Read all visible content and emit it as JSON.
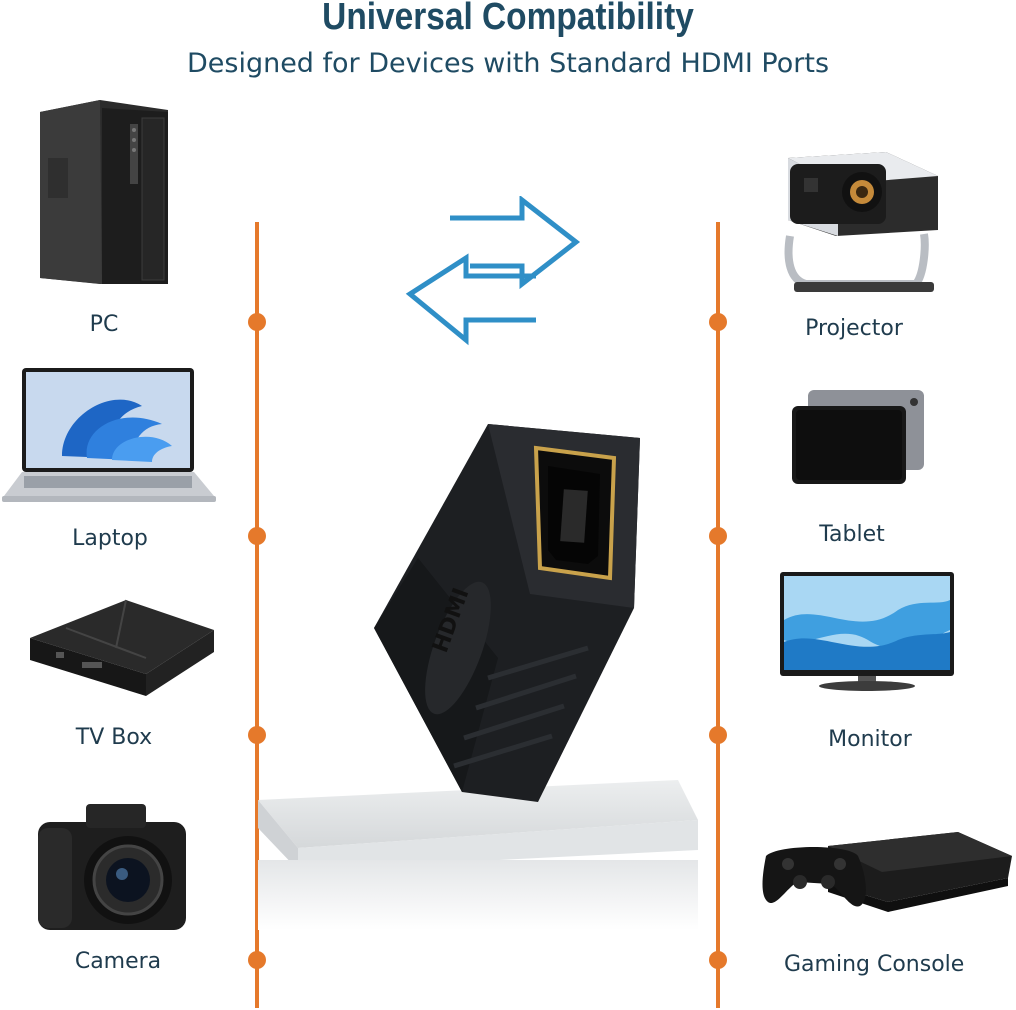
{
  "header": {
    "title": "Universal Compatibility",
    "subtitle": "Designed for Devices with Standard HDMI Ports"
  },
  "left_devices": [
    {
      "label": "PC",
      "icon": "pc-tower-icon"
    },
    {
      "label": "Laptop",
      "icon": "laptop-icon"
    },
    {
      "label": "TV Box",
      "icon": "tv-box-icon"
    },
    {
      "label": "Camera",
      "icon": "camera-icon"
    }
  ],
  "right_devices": [
    {
      "label": "Projector",
      "icon": "projector-icon"
    },
    {
      "label": "Tablet",
      "icon": "tablet-icon"
    },
    {
      "label": "Monitor",
      "icon": "monitor-icon"
    },
    {
      "label": "Gaming Console",
      "icon": "gaming-console-icon"
    }
  ],
  "center": {
    "adapter_text": "HDMI",
    "arrows_icon": "bidirectional-arrows-icon"
  },
  "colors": {
    "title": "#1f4b63",
    "timeline": "#e5792b",
    "arrows": "#2f8fc7"
  }
}
